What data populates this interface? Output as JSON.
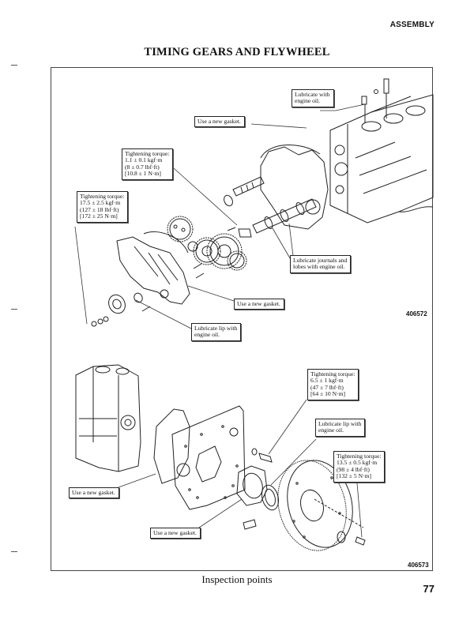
{
  "header": {
    "section_label": "ASSEMBLY",
    "title": "TIMING GEARS AND FLYWHEEL"
  },
  "figures": [
    {
      "id": "406572",
      "subject": "timing gears",
      "callouts": [
        {
          "name": "callout-lubricate-tappets",
          "lines": [
            "Lubricate with",
            "engine oil."
          ]
        },
        {
          "name": "callout-gasket-front-plate",
          "lines": [
            "Use a new gasket."
          ]
        },
        {
          "name": "callout-torque-camshaft-bolt",
          "lines": [
            "Tightening torque:",
            "1.1 ± 0.1 kgf·m",
            "(8 ± 0.7 lbf·ft)",
            "[10.8 ± 1 N·m]"
          ]
        },
        {
          "name": "callout-torque-crank-pulley",
          "lines": [
            "Tightening torque:",
            "17.5 ± 2.5 kgf·m",
            "(127 ± 18 lbf·ft)",
            "[172 ± 25 N·m]"
          ]
        },
        {
          "name": "callout-lubricate-journals",
          "lines": [
            "Lubricate journals and",
            "lobes with engine oil."
          ]
        },
        {
          "name": "callout-gasket-gear-case",
          "lines": [
            "Use a new gasket."
          ]
        },
        {
          "name": "callout-lubricate-front-seal",
          "lines": [
            "Lubricate lip with",
            "engine oil."
          ]
        }
      ]
    },
    {
      "id": "406573",
      "subject": "flywheel",
      "callouts": [
        {
          "name": "callout-torque-rear-plate",
          "lines": [
            "Tightening torque:",
            "6.5 ± 1 kgf·m",
            "(47 ± 7 lbf·ft)",
            "[64 ± 10 N·m]"
          ]
        },
        {
          "name": "callout-lubricate-rear-seal",
          "lines": [
            "Lubricate lip with",
            "engine oil."
          ]
        },
        {
          "name": "callout-torque-flywheel",
          "lines": [
            "Tightening torque:",
            "13.5 ± 0.5 kgf·m",
            "(98 ± 4 lbf·ft)",
            "[132 ± 5 N·m]"
          ]
        },
        {
          "name": "callout-gasket-rear-plate",
          "lines": [
            "Use a new gasket."
          ]
        },
        {
          "name": "callout-gasket-seal-case",
          "lines": [
            "Use a new gasket."
          ]
        }
      ]
    }
  ],
  "footer": {
    "caption": "Inspection points",
    "page_number": "77"
  }
}
